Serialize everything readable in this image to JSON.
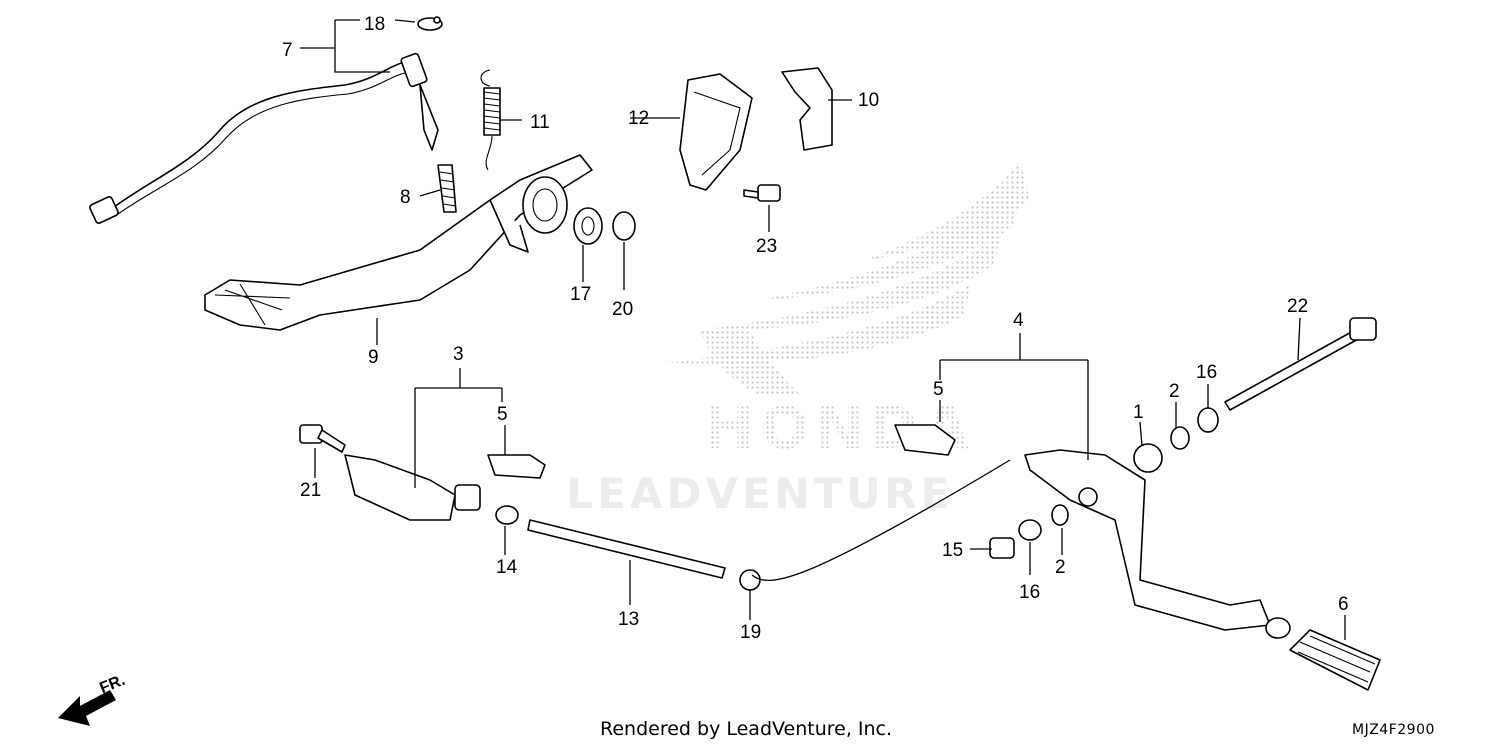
{
  "footer": {
    "credit": "Rendered by LeadVenture, Inc.",
    "diagram_code": "MJZ4F2900"
  },
  "watermark": {
    "brand": "HONDA",
    "renderer": "LEADVENTURE"
  },
  "direction": {
    "label": "FR."
  },
  "callouts": {
    "p1": "1",
    "p2a": "2",
    "p2b": "2",
    "p3": "3",
    "p4": "4",
    "p5a": "5",
    "p5b": "5",
    "p6": "6",
    "p7": "7",
    "p8": "8",
    "p9": "9",
    "p10": "10",
    "p11": "11",
    "p12": "12",
    "p13": "13",
    "p14": "14",
    "p15": "15",
    "p16a": "16",
    "p16b": "16",
    "p17": "17",
    "p18": "18",
    "p19": "19",
    "p20": "20",
    "p21": "21",
    "p22": "22",
    "p23": "23"
  },
  "colors": {
    "watermark_dots": "#c8c8c8",
    "linework": "#000000"
  }
}
